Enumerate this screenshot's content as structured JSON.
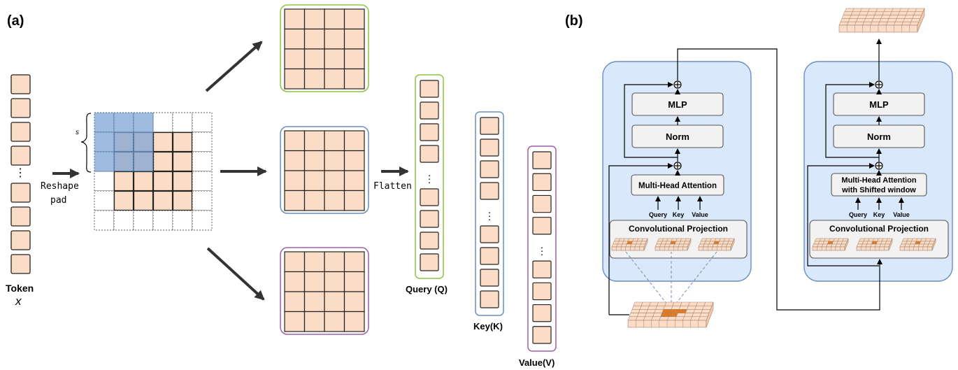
{
  "panel_a": {
    "label": "(a)",
    "token_label": "Token",
    "token_var": "x",
    "reshape_label": "Reshape",
    "pad_label": "pad",
    "stride_label": "s",
    "flatten_label": "Flatten",
    "query_label": "Query (Q)",
    "key_label": "Key(K)",
    "value_label": "Value(V)",
    "colors": {
      "token": "#fbdcc6",
      "overlay": "#7ea6d4",
      "q": "#8cc63f",
      "k": "#6c8ebf",
      "v": "#a15ea8"
    }
  },
  "panel_b": {
    "label": "(b)",
    "left_block": {
      "mlp": "MLP",
      "norm": "Norm",
      "attention": "Multi-Head Attention",
      "inputs": [
        "Query",
        "Key",
        "Value"
      ],
      "projection": "Convolutional Projection",
      "add_symbol": "+"
    },
    "right_block": {
      "mlp": "MLP",
      "norm": "Norm",
      "attention_line1": "Multi-Head Attention",
      "attention_line2": "with Shifted window",
      "inputs": [
        "Query",
        "Key",
        "Value"
      ],
      "projection": "Convolutional Projection",
      "add_symbol": "+"
    },
    "colors": {
      "block": "#dae8fc",
      "highlight": "#e07b24"
    }
  }
}
